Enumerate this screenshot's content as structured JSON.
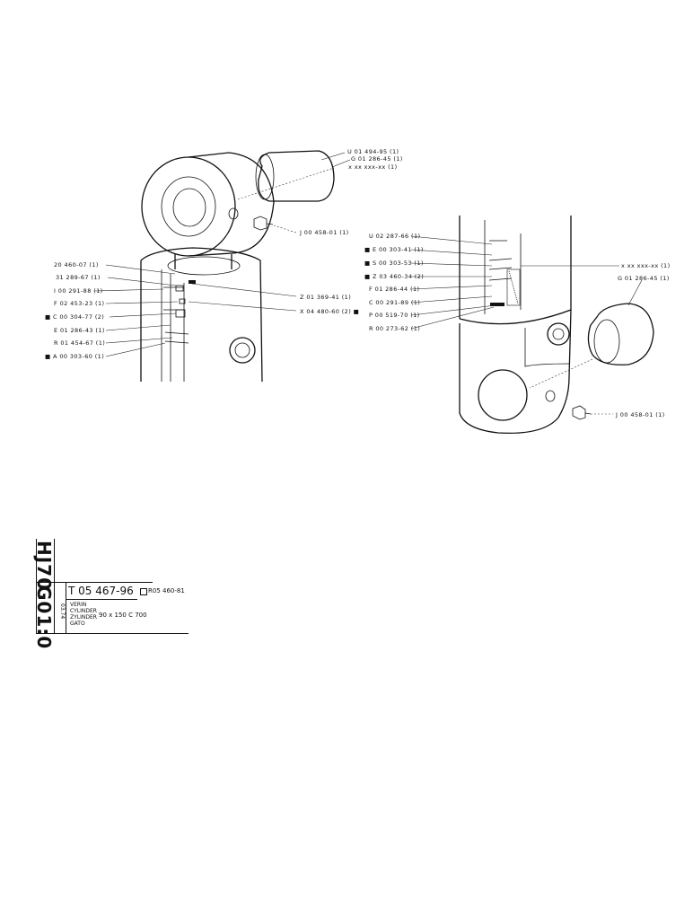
{
  "left_view": {
    "labels_right": [
      "U 01 494-95 (1)",
      "G 01 286-45 (1)",
      "x xx xxx-xx (1)",
      "J 00 458-01 (1)",
      "Z 01 369-41 (1)",
      "X 04 480-60 (2) ■"
    ],
    "labels_left": [
      "20 460-07 (1)",
      "31 289-67 (1)",
      "I 00 291-88 (1)",
      "F 02 453-23 (1)",
      "■ C 00 304-77 (2)",
      "E 01 286-43 (1)",
      "R 01 454-67 (1)",
      "■ A 00 303-60 (1)"
    ]
  },
  "right_view": {
    "labels_left": [
      "U 02 287-66 (1)",
      "■ E 00 303-41 (1)",
      "■ S 00 303-53 (1)",
      "■ Z 03 460-34 (2)",
      "F 01 286-44 (1)",
      "C 00 291-89 (1)",
      "P 00 519-70 (1)",
      "R 00 273-62 (1)"
    ],
    "labels_right": [
      "x xx xxx-xx (1)",
      "G 01 286-45 (1)",
      "J 00 458-01 (1)"
    ]
  },
  "title_block": {
    "vertical_code_1": "HJ70",
    "vertical_code_2": "G01:0",
    "date": "03.74",
    "part_number": "T 05 467-96",
    "ref_number": "R05 460-81",
    "names": [
      "VERIN",
      "CYLINDER",
      "ZYLINDER",
      "GATO"
    ],
    "size": "90 x 150 C 700"
  }
}
